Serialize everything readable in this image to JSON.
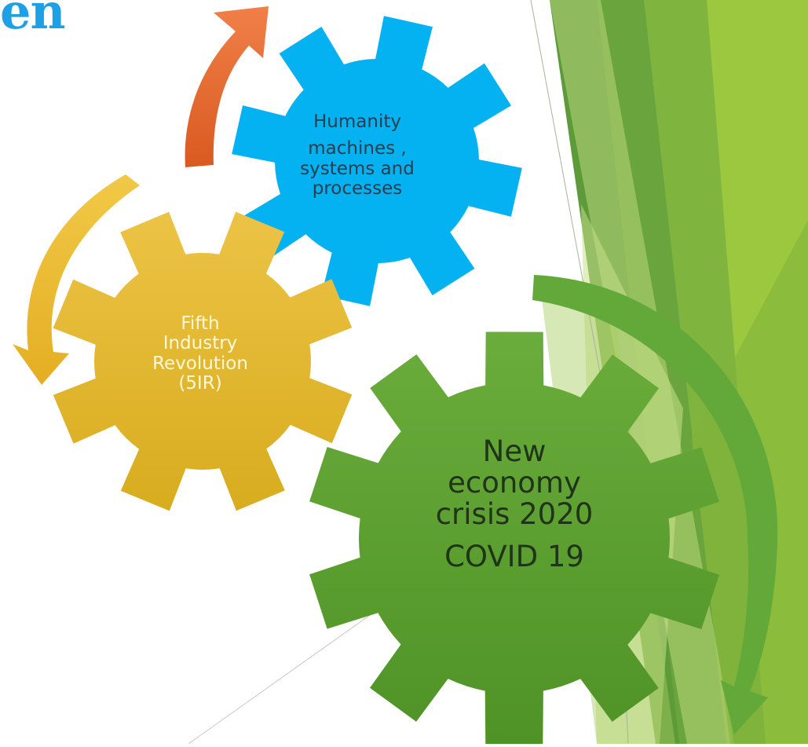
{
  "slide": {
    "title_fragment": "en"
  },
  "gears": {
    "blue": {
      "line1": "Humanity",
      "line2": "machines ,",
      "line3": "systems and",
      "line4": "processes",
      "color": "#04b2f2"
    },
    "yellow": {
      "line1": "Fifth",
      "line2": "Industry",
      "line3": "Revolution",
      "line4": "(5IR)",
      "color": "#e4b62e"
    },
    "green": {
      "line1": "New",
      "line2": "economy",
      "line3": "crisis 2020",
      "line4": "COVID 19",
      "color": "#5ea332"
    }
  },
  "arrows": {
    "orange": "#e8642c",
    "yellow": "#e8b830",
    "green": "#62a93a"
  },
  "theme": {
    "accent_green_light": "#9cc83e",
    "accent_green_dark": "#5f9631",
    "title_color": "#1ea0e6"
  }
}
